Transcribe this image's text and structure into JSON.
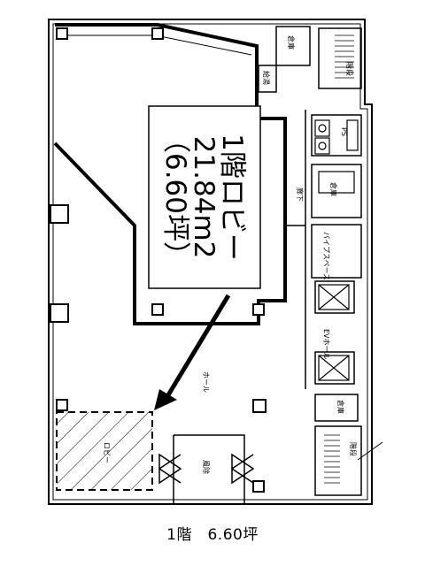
{
  "callout": {
    "line1": "1階ロビー",
    "line2": "21.84m2",
    "line3": "（6.60坪）"
  },
  "rooms": {
    "lobby": "ロビー",
    "hall": "ホール",
    "corridor": "廊下",
    "ev_hall": "EVホール",
    "pipe_space": "パイプスペース",
    "warehouse": "倉庫",
    "storage_top": "倉庫",
    "storage_bottom": "倉庫",
    "kitchenette": "給湯",
    "entrance": "風除",
    "stair_top": "階段",
    "stair_bottom": "階段",
    "ps": "PS"
  },
  "caption": "1階　6.60坪"
}
